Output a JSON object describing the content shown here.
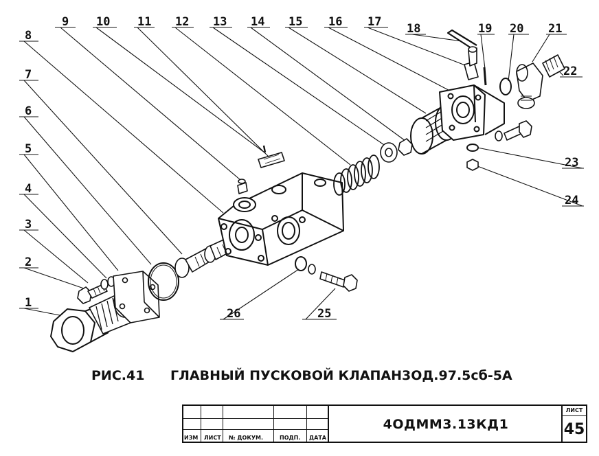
{
  "figure": {
    "caption_label": "РИС.41",
    "caption_title": "ГЛАВНЫЙ ПУСКОВОЙ КЛАПАН",
    "caption_code": "3ОД.97.5сб-5А"
  },
  "callouts": [
    "1",
    "2",
    "3",
    "4",
    "5",
    "6",
    "7",
    "8",
    "9",
    "10",
    "11",
    "12",
    "13",
    "14",
    "15",
    "16",
    "17",
    "18",
    "19",
    "20",
    "21",
    "22",
    "23",
    "24",
    "25",
    "26"
  ],
  "title_block": {
    "doc_code": "4ОДММ3.13КД1",
    "col_izm": "ИЗМ",
    "col_list": "ЛИСТ",
    "col_doc": "№ ДОКУМ.",
    "col_podp": "ПОДП.",
    "col_data": "ДАТА",
    "sheet_label": "ЛИСТ",
    "sheet_number": "45"
  }
}
